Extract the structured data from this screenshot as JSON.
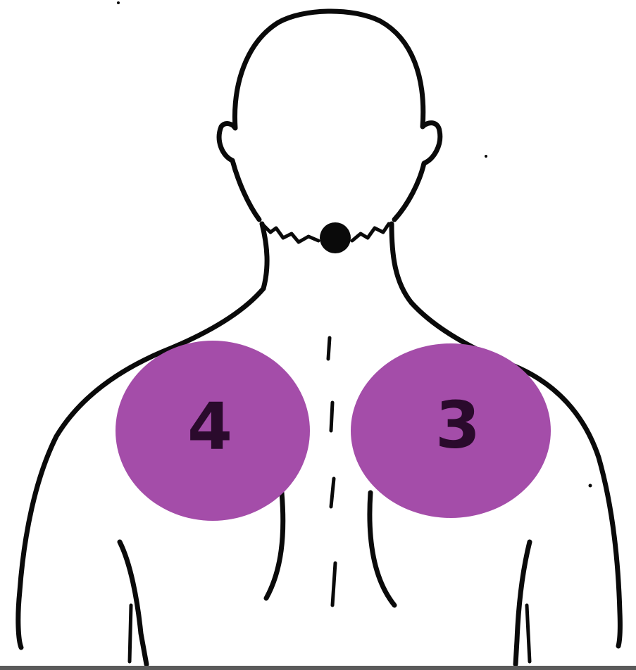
{
  "diagram": {
    "zones": [
      {
        "id": "left-shoulder",
        "label": "4"
      },
      {
        "id": "right-shoulder",
        "label": "3"
      }
    ],
    "colors": {
      "zone_fill": "#a44da9",
      "label_text": "#2a0a2c",
      "outline": "#0a0a0a",
      "background": "#ffffff"
    }
  }
}
